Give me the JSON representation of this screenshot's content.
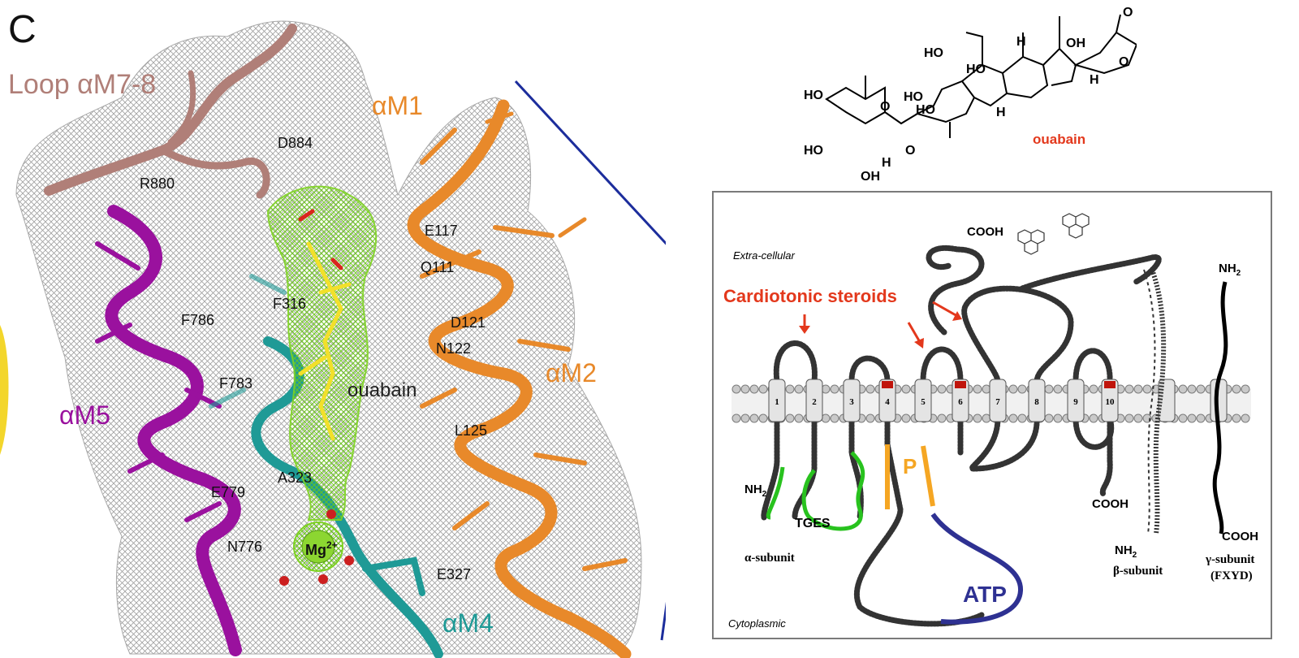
{
  "panel_letter": "C",
  "structure": {
    "loop_label": "Loop αM7-8",
    "helix_labels": {
      "m1": "αM1",
      "m2": "αM2",
      "m4": "αM4",
      "m5": "αM5"
    },
    "ligand_label": "ouabain",
    "ion_label": "Mg",
    "ion_charge": "2+",
    "residues": [
      "D884",
      "R880",
      "E117",
      "Q111",
      "F316",
      "F786",
      "D121",
      "N122",
      "F783",
      "L125",
      "A323",
      "E779",
      "N776",
      "E327"
    ]
  },
  "molecule": {
    "name": "ouabain",
    "atom_labels": {
      "ho_a": "HO",
      "ho_b": "HO",
      "ho_c": "HO",
      "ho_d": "HO",
      "ho_e": "HO",
      "ho_f": "HO",
      "oh_a": "OH",
      "oh_b": "OH",
      "o_a": "O",
      "o_b": "O",
      "o_c": "O",
      "o_d": "O",
      "h_a": "H",
      "h_b": "H",
      "h_c": "H",
      "h_d": "H"
    }
  },
  "topology": {
    "extracellular": "Extra-cellular",
    "cytoplasmic": "Cytoplasmic",
    "cardiotonic": "Cardiotonic steroids",
    "cooh_top": "COOH",
    "segments": [
      "1",
      "2",
      "3",
      "4",
      "5",
      "6",
      "7",
      "8",
      "9",
      "10"
    ],
    "nh2": "NH",
    "nh2_sub": "2",
    "tges": "TGES",
    "p": "P",
    "atp": "ATP",
    "cooh_alpha_c": "COOH",
    "cooh_gamma": "COOH",
    "alpha_subunit": "α-subunit",
    "beta_subunit": "β-subunit",
    "gamma_subunit": "γ-subunit",
    "fxyd": "(FXYD)"
  },
  "colors": {
    "loop": "#b07f78",
    "m5": "#9a119e",
    "m1m2": "#e8892a",
    "m4": "#1f9a96",
    "ouabain_mesh": "#7ed321",
    "ion": "#8cd631",
    "arrow_red": "#e3381c",
    "p_domain": "#f5a623",
    "tges": "#28c21e",
    "atp": "#2e3192",
    "callout": "#1c2d9c"
  }
}
